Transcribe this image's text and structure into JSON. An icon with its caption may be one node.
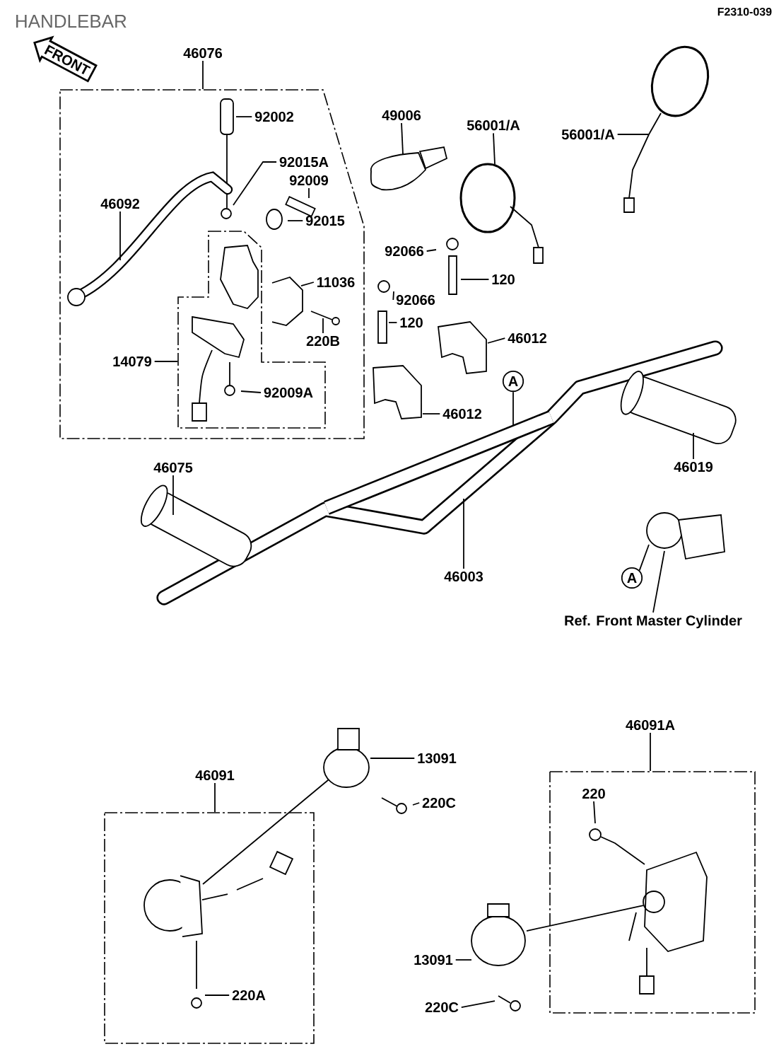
{
  "diagram": {
    "title": "HANDLEBAR",
    "nodes": [
      {
        "text": [
          "46076"
        ]
      },
      {
        "text": [],
        "shape": "box"
      },
      {
        "text": [],
        "shape": "box",
        "in": 1
      },
      {
        "text": [
          "92002"
        ],
        "in": 1
      },
      {
        "text": [
          "92015A"
        ],
        "in": 1
      },
      {
        "text": [
          "92009"
        ],
        "in": 1
      },
      {
        "text": [
          "46092"
        ],
        "in": 1
      },
      {
        "text": [
          "92015"
        ],
        "in": 1
      },
      {
        "text": [
          "11036"
        ],
        "in": 1
      },
      {
        "text": [
          "220B"
        ],
        "in": 1
      },
      {
        "text": [
          "14079"
        ],
        "in": 1
      },
      {
        "text": [
          "92009A"
        ],
        "in": 2
      },
      {
        "text": [
          "49006"
        ]
      },
      {
        "text": [
          "56001/A"
        ]
      },
      {
        "text": [
          "56001/A"
        ]
      },
      {
        "text": [
          "92066"
        ]
      },
      {
        "text": [
          "92066"
        ]
      },
      {
        "text": [
          "120"
        ]
      },
      {
        "text": [
          "120"
        ]
      },
      {
        "text": [
          "46012"
        ]
      },
      {
        "text": [
          "46012"
        ]
      },
      {
        "text": [
          "A"
        ]
      },
      {
        "text": [
          "46019"
        ]
      },
      {
        "text": [
          "46075"
        ]
      },
      {
        "text": [
          "46003"
        ]
      },
      {
        "text": [
          "A"
        ]
      },
      {
        "text": [
          "Ref. Front Master Cylinder"
        ]
      },
      {
        "text": [
          "46091"
        ]
      },
      {
        "text": [],
        "shape": "box"
      },
      {
        "text": [
          "220A"
        ],
        "in": 28
      },
      {
        "text": [
          "13091"
        ]
      },
      {
        "text": [
          "220C"
        ]
      },
      {
        "text": [
          "46091A"
        ]
      },
      {
        "text": [],
        "shape": "box"
      },
      {
        "text": [
          "220"
        ],
        "in": 33
      },
      {
        "text": [
          "13091"
        ]
      },
      {
        "text": [
          "220C"
        ]
      }
    ],
    "edges": [
      {
        "from": 0,
        "to": 1,
        "arrow": "none"
      },
      {
        "from": 3,
        "to": null,
        "arrow": "none"
      },
      {
        "from": 4,
        "to": null,
        "arrow": "none"
      },
      {
        "from": 5,
        "to": null,
        "arrow": "none"
      },
      {
        "from": 6,
        "to": null,
        "arrow": "none"
      },
      {
        "from": 7,
        "to": null,
        "arrow": "none"
      },
      {
        "from": 8,
        "to": null,
        "arrow": "none"
      },
      {
        "from": 9,
        "to": null,
        "arrow": "none"
      },
      {
        "from": 10,
        "to": 2,
        "arrow": "none"
      },
      {
        "from": 11,
        "to": null,
        "arrow": "none"
      },
      {
        "from": 12,
        "to": null,
        "arrow": "none"
      },
      {
        "from": 13,
        "to": null,
        "arrow": "none"
      },
      {
        "from": 14,
        "to": null,
        "arrow": "none"
      },
      {
        "from": 15,
        "to": null,
        "arrow": "none"
      },
      {
        "from": 16,
        "to": null,
        "arrow": "none"
      },
      {
        "from": 17,
        "to": null,
        "arrow": "none"
      },
      {
        "from": 18,
        "to": null,
        "arrow": "none"
      },
      {
        "from": 19,
        "to": null,
        "arrow": "none"
      },
      {
        "from": 20,
        "to": null,
        "arrow": "none"
      },
      {
        "from": 21,
        "to": null,
        "arrow": "none"
      },
      {
        "from": 22,
        "to": null,
        "arrow": "none"
      },
      {
        "from": 23,
        "to": null,
        "arrow": "none"
      },
      {
        "from": 24,
        "to": null,
        "arrow": "none"
      },
      {
        "from": 25,
        "to": null,
        "arrow": "none"
      },
      {
        "from": 26,
        "to": null,
        "arrow": "none"
      },
      {
        "from": 27,
        "to": 28,
        "arrow": "none"
      },
      {
        "from": 29,
        "to": null,
        "arrow": "none"
      },
      {
        "from": 30,
        "to": null,
        "arrow": "none"
      },
      {
        "from": 31,
        "to": null,
        "arrow": "none"
      },
      {
        "from": 32,
        "to": 33,
        "arrow": "none"
      },
      {
        "from": 34,
        "to": null,
        "arrow": "none"
      },
      {
        "from": 35,
        "to": null,
        "arrow": "none"
      },
      {
        "from": 36,
        "to": null,
        "arrow": "none"
      }
    ],
    "labels": [
      "F2310-039",
      "FRONT"
    ]
  }
}
